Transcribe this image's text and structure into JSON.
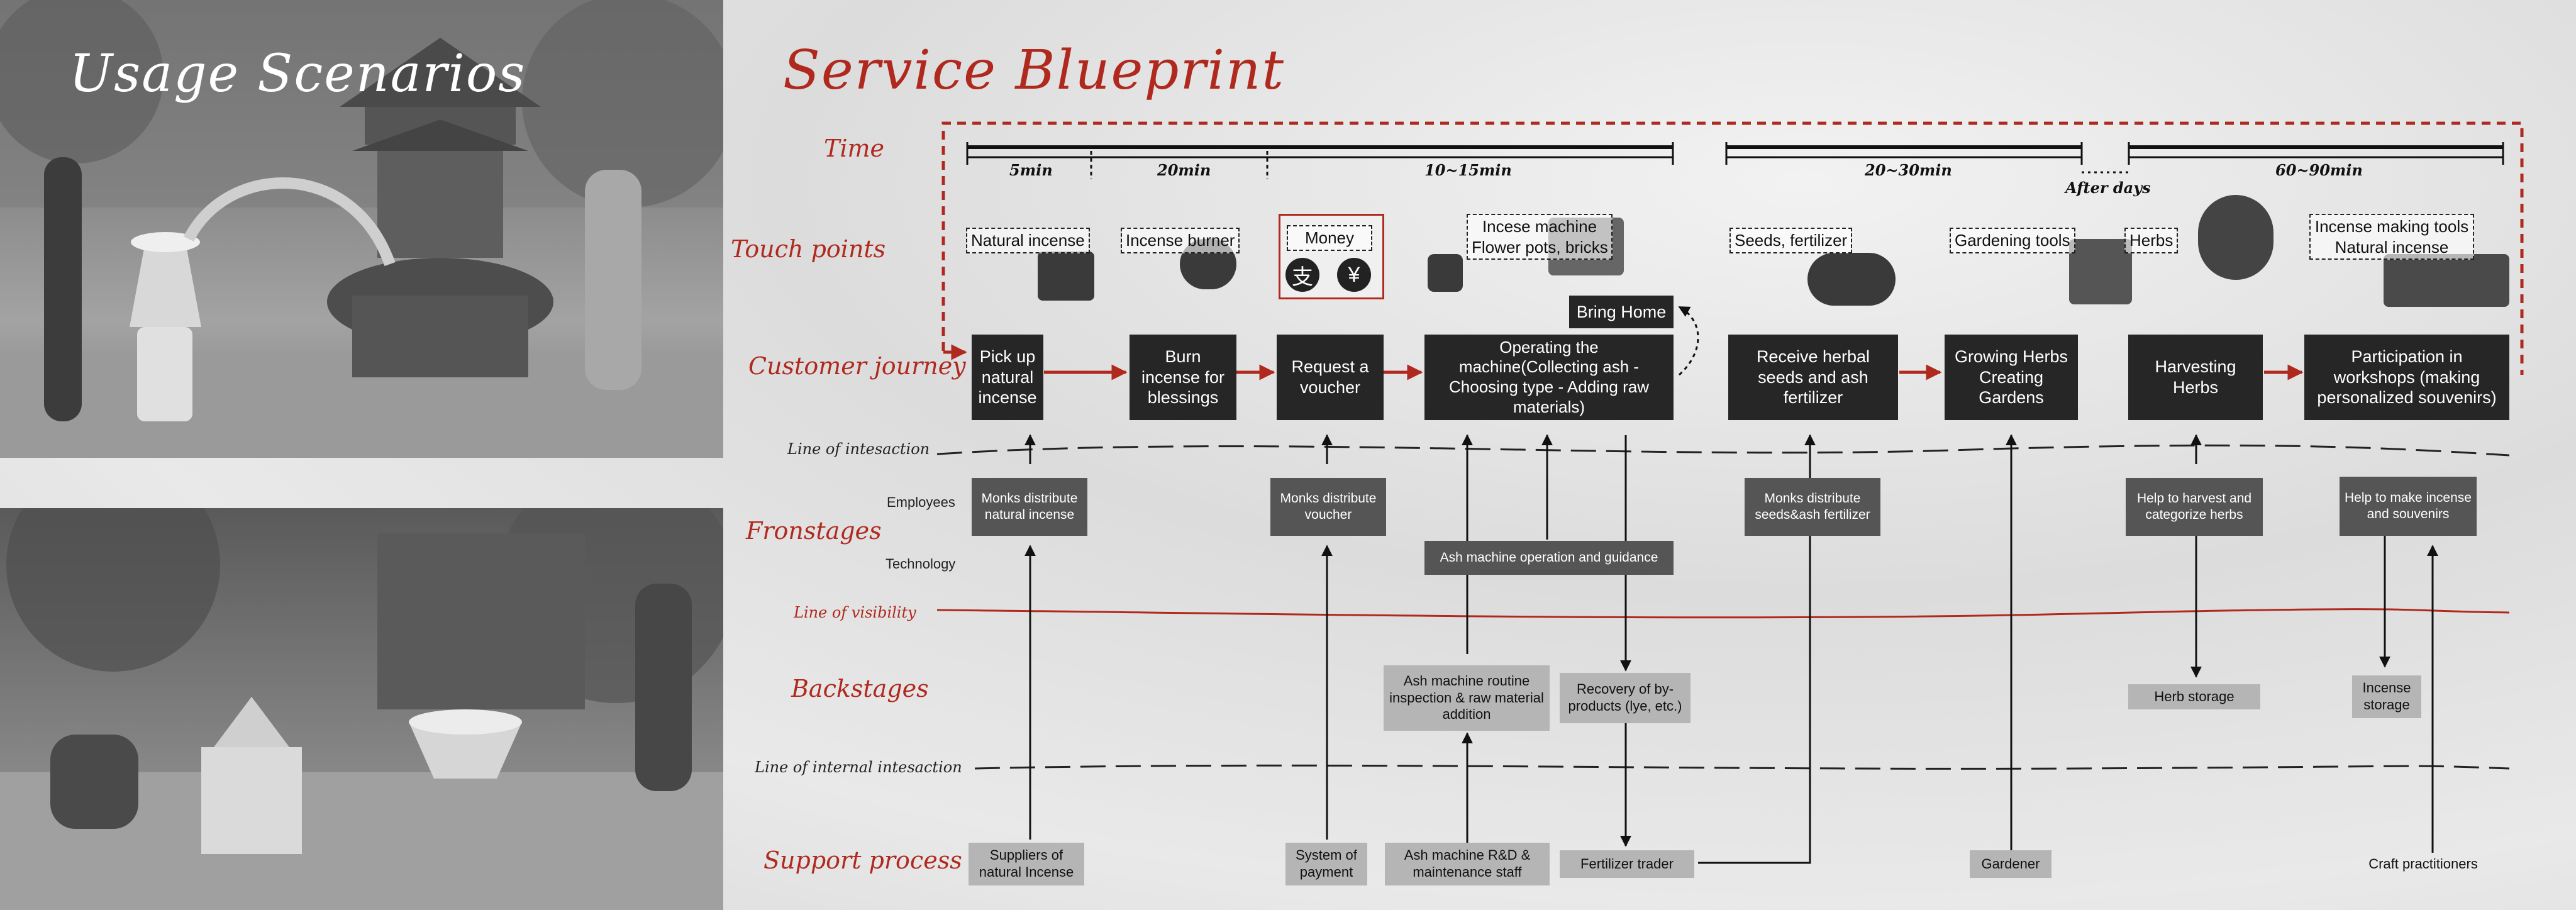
{
  "left_panel": {
    "title": "Usage Scenarios"
  },
  "blueprint": {
    "title": "Service Blueprint",
    "rows": {
      "time": "Time",
      "touchpoints": "Touch points",
      "journey": "Customer journey",
      "frontstages": "Fronstages",
      "backstages": "Backstages",
      "support": "Support process"
    },
    "lines": {
      "interaction": "Line of intesaction",
      "visibility": "Line of visibility",
      "internal": "Line of internal intesaction"
    },
    "sub_labels": {
      "employees": "Employees",
      "technology": "Technology"
    },
    "time": {
      "seg1": "5min",
      "seg2": "20min",
      "seg3": "10~15min",
      "seg4": "20~30min",
      "gap": "After days",
      "seg5": "60~90min"
    },
    "touchpoints": {
      "natural_incense": "Natural incense",
      "incense_burner": "Incense burner",
      "money": "Money",
      "alipay_glyph": "支",
      "yuan_glyph": "¥",
      "machine_line1": "Incese machine",
      "machine_line2": "Flower pots, bricks",
      "seeds": "Seeds, fertilizer",
      "gardening_tools": "Gardening tools",
      "herbs": "Herbs",
      "tools_line1": "Incense making tools",
      "tools_line2": "Natural incense"
    },
    "journey": {
      "pick_up": "Pick up natural incense",
      "burn": "Burn incense for blessings",
      "voucher": "Request a voucher",
      "operating": "Operating the machine(Collecting ash - Choosing type - Adding raw materials)",
      "bring_home": "Bring Home",
      "receive": "Receive herbal seeds and ash fertilizer",
      "growing": "Growing Herbs Creating Gardens",
      "harvesting": "Harvesting Herbs",
      "workshops": "Participation in workshops (making personalized souvenirs)"
    },
    "frontstage": {
      "monks_incense": "Monks distribute natural incense",
      "monks_voucher": "Monks distribute voucher",
      "ash_guidance": "Ash machine operation and guidance",
      "monks_seeds": "Monks distribute seeds&ash fertilizer",
      "help_harvest": "Help to harvest and categorize herbs",
      "help_make": "Help to make incense and souvenirs"
    },
    "backstage": {
      "inspection": "Ash machine routine inspection & raw material addition",
      "recovery": "Recovery of by-products (lye, etc.)",
      "herb_storage": "Herb storage",
      "incense_storage": "Incense storage"
    },
    "support": {
      "suppliers": "Suppliers of natural Incense",
      "payment": "System of payment",
      "rnd": "Ash machine R&D & maintenance staff",
      "fertilizer_trader": "Fertilizer trader",
      "gardener": "Gardener",
      "craft": "Craft practitioners"
    },
    "colors": {
      "accent_red": "#b0291e",
      "dark_box": "#262626",
      "mid_box": "#555555",
      "light_box": "#b5b5b5"
    }
  }
}
